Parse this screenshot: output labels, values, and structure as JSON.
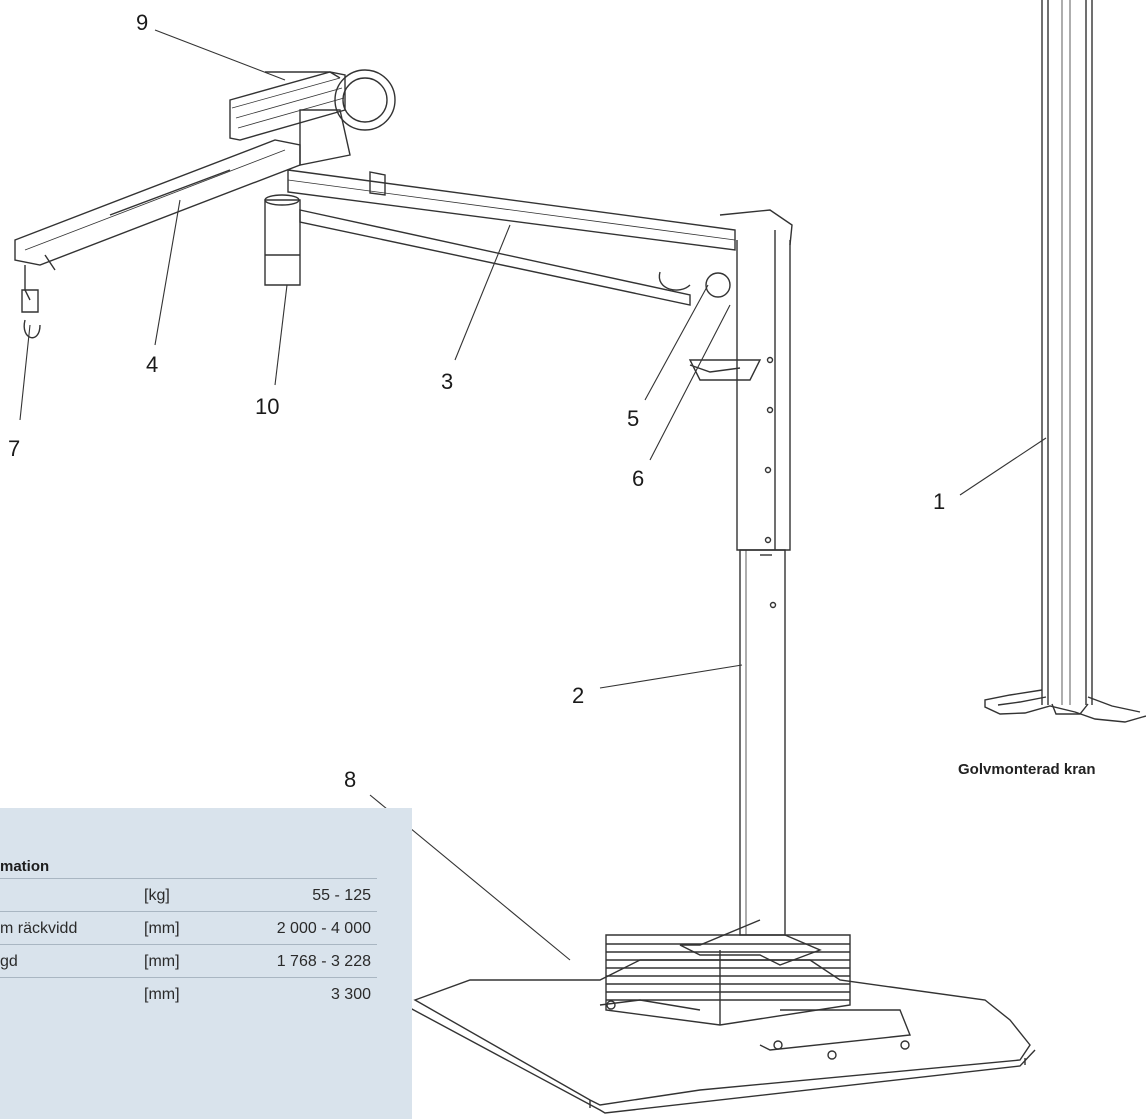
{
  "callouts": {
    "c1": "1",
    "c2": "2",
    "c3": "3",
    "c4": "4",
    "c5": "5",
    "c6": "6",
    "c7": "7",
    "c8": "8",
    "c9": "9",
    "c10": "10"
  },
  "caption": "Golvmonterad kran",
  "spec_panel": {
    "title": "mation",
    "rows": [
      {
        "label": "",
        "unit": "[kg]",
        "value": "55 - 125"
      },
      {
        "label": "m räckvidd",
        "unit": "[mm]",
        "value": "2 000 - 4 000"
      },
      {
        "label": "gd",
        "unit": "[mm]",
        "value": "1 768 - 3 228"
      },
      {
        "label": "",
        "unit": "[mm]",
        "value": "3 300"
      }
    ]
  },
  "colors": {
    "line": "#333333",
    "panel": "#d9e3ec",
    "rule": "#a9b6c2"
  }
}
